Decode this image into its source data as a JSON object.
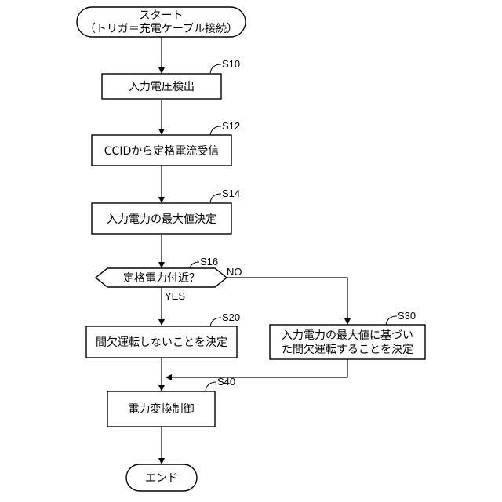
{
  "start": {
    "line1": "スタート",
    "line2": "（トリガ＝充電ケーブル接続）"
  },
  "steps": {
    "s10": {
      "label": "S10",
      "text": "入力電圧検出"
    },
    "s12": {
      "label": "S12",
      "text": "CCIDから定格電流受信"
    },
    "s14": {
      "label": "S14",
      "text": "入力電力の最大値決定"
    },
    "s16": {
      "label": "S16",
      "text": "定格電力付近？"
    },
    "s20": {
      "label": "S20",
      "text": "間欠運転しないことを決定"
    },
    "s30": {
      "label": "S30",
      "line1": "入力電力の最大値に基づい",
      "line2": "た間欠運転することを決定"
    },
    "s40": {
      "label": "S40",
      "text": "電力変換制御"
    }
  },
  "branches": {
    "no": "NO",
    "yes": "YES"
  },
  "end": {
    "text": "エンド"
  }
}
